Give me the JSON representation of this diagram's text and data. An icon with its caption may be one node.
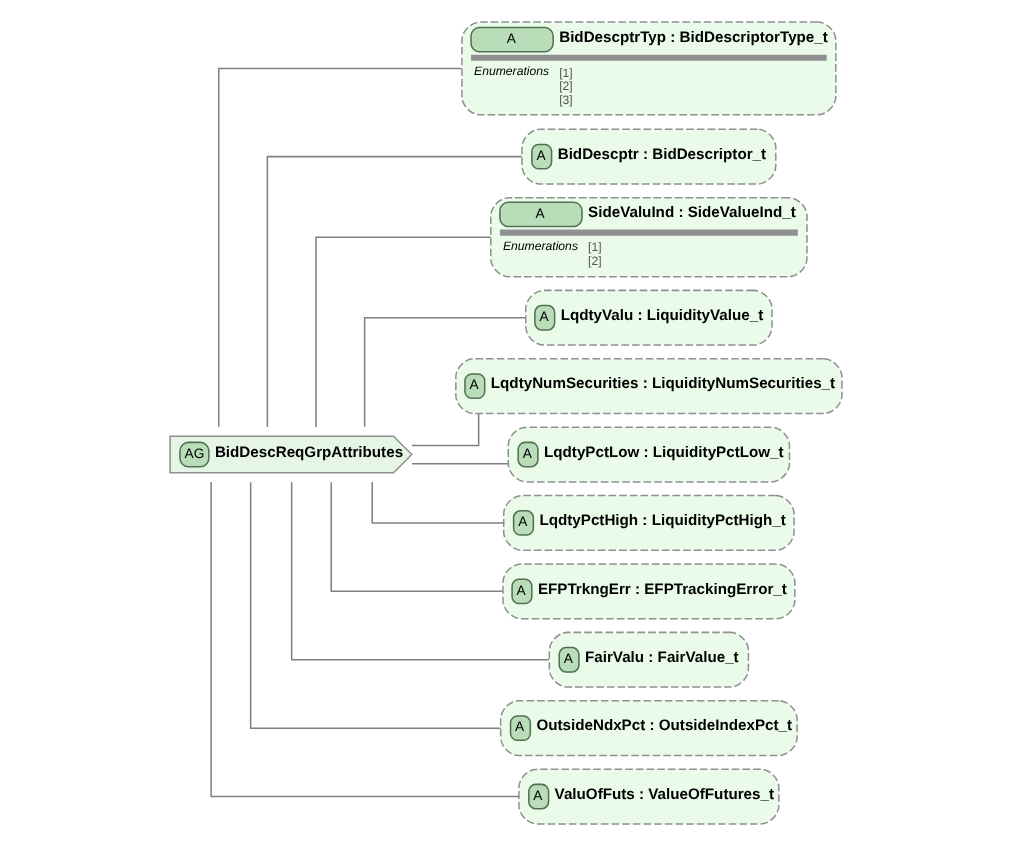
{
  "diagram": {
    "nodes": [
      {
        "text": [
          "AG",
          "BidDescReqGrpAttributes"
        ]
      },
      {
        "text": [
          "A",
          "BidDescptrTyp : BidDescriptorType_t",
          "Enumerations",
          "[1]",
          "[2]",
          "[3]"
        ]
      },
      {
        "text": [
          "A",
          "BidDescptr : BidDescriptor_t"
        ]
      },
      {
        "text": [
          "A",
          "SideValuInd : SideValueInd_t",
          "Enumerations",
          "[1]",
          "[2]"
        ]
      },
      {
        "text": [
          "A",
          "LqdtyValu : LiquidityValue_t"
        ]
      },
      {
        "text": [
          "A",
          "LqdtyNumSecurities : LiquidityNumSecurities_t"
        ]
      },
      {
        "text": [
          "A",
          "LqdtyPctLow : LiquidityPctLow_t"
        ]
      },
      {
        "text": [
          "A",
          "LqdtyPctHigh : LiquidityPctHigh_t"
        ]
      },
      {
        "text": [
          "A",
          "EFPTrkngErr : EFPTrackingError_t"
        ]
      },
      {
        "text": [
          "A",
          "FairValu : FairValue_t"
        ]
      },
      {
        "text": [
          "A",
          "OutsideNdxPct : OutsideIndexPct_t"
        ]
      },
      {
        "text": [
          "A",
          "ValuOfFuts : ValueOfFutures_t"
        ]
      }
    ],
    "edges": [
      {
        "from": 0,
        "to": 1,
        "arrow": "none"
      },
      {
        "from": 0,
        "to": 2,
        "arrow": "none"
      },
      {
        "from": 0,
        "to": 3,
        "arrow": "none"
      },
      {
        "from": 0,
        "to": 4,
        "arrow": "none"
      },
      {
        "from": 0,
        "to": 5,
        "arrow": "none"
      },
      {
        "from": 0,
        "to": 6,
        "arrow": "none"
      },
      {
        "from": 0,
        "to": 7,
        "arrow": "none"
      },
      {
        "from": 0,
        "to": 8,
        "arrow": "none"
      },
      {
        "from": 0,
        "to": 9,
        "arrow": "none"
      },
      {
        "from": 0,
        "to": 10,
        "arrow": "none"
      },
      {
        "from": 0,
        "to": 11,
        "arrow": "none"
      }
    ]
  }
}
